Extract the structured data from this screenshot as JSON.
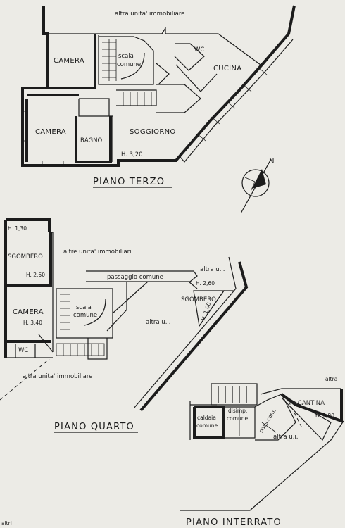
{
  "floors": {
    "terzo": {
      "title": "PIANO TERZO",
      "neighbor": "altra unita' immobiliare",
      "rooms": {
        "camera_top": "CAMERA",
        "scala": "scala",
        "scala2": "comune",
        "wc": "WC",
        "cucina": "CUCINA",
        "camera_left": "CAMERA",
        "bagno": "BAGNO",
        "soggiorno": "SOGGIORNO",
        "height": "H. 3,20"
      }
    },
    "quarto": {
      "title": "PIANO QUARTO",
      "neighbors_top": "altre unita' immobiliari",
      "neighbor_bottom": "altra unita' immobiliare",
      "altra_ui_1": "altra u.i.",
      "altra_ui_2": "altra u.i.",
      "passaggio": "passaggio comune",
      "rooms": {
        "h130": "H. 1,30",
        "sgombero_left": "SGOMBERO",
        "h260_left": "H. 2,60",
        "camera": "CAMERA",
        "h340": "H. 3,40",
        "wc": "WC",
        "scala": "scala",
        "scala2": "comune",
        "h260_right": "H. 2,60",
        "sgombero_right": "SGOMBERO",
        "h100": "H. 1,00"
      }
    },
    "interrato": {
      "title": "PIANO INTERRATO",
      "altra_top": "altra",
      "caldaia": "caldaia",
      "caldaia2": "comune",
      "disimp": "disimp.",
      "disimp2": "comune",
      "pass": "pass.com.",
      "cantina": "CANTINA",
      "height": "H. 2,80",
      "altra_ui": "altra u.i."
    }
  },
  "compass_label": "N",
  "corner_note": "altri"
}
